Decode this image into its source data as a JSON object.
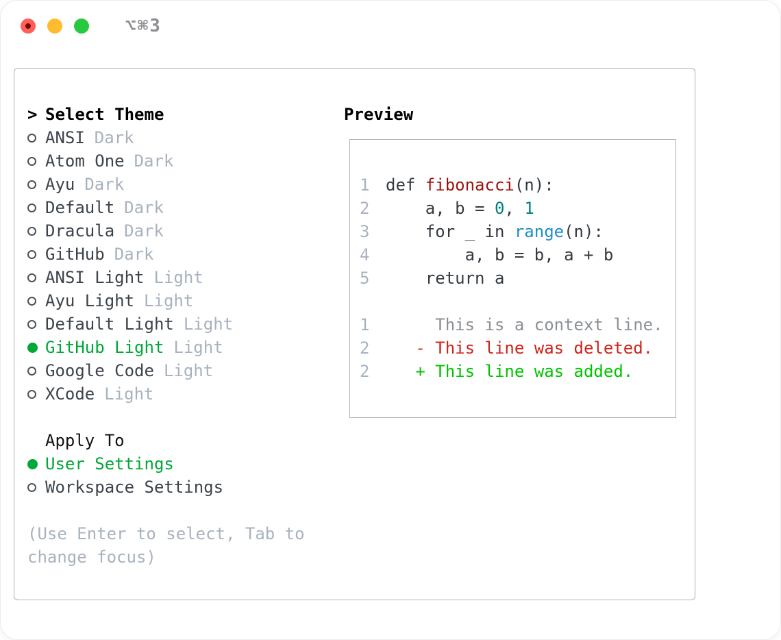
{
  "window": {
    "title": "⌥⌘3"
  },
  "titlebar": {
    "buttons": [
      "close",
      "minimize",
      "zoom"
    ]
  },
  "theme_picker": {
    "header_marker": ">",
    "header": "Select Theme",
    "themes": [
      {
        "name": "ANSI",
        "variant": "Dark",
        "selected": false
      },
      {
        "name": "Atom One",
        "variant": "Dark",
        "selected": false
      },
      {
        "name": "Ayu",
        "variant": "Dark",
        "selected": false
      },
      {
        "name": "Default",
        "variant": "Dark",
        "selected": false
      },
      {
        "name": "Dracula",
        "variant": "Dark",
        "selected": false
      },
      {
        "name": "GitHub",
        "variant": "Dark",
        "selected": false
      },
      {
        "name": "ANSI Light",
        "variant": "Light",
        "selected": false
      },
      {
        "name": "Ayu Light",
        "variant": "Light",
        "selected": false
      },
      {
        "name": "Default Light",
        "variant": "Light",
        "selected": false
      },
      {
        "name": "GitHub Light",
        "variant": "Light",
        "selected": true
      },
      {
        "name": "Google Code",
        "variant": "Light",
        "selected": false
      },
      {
        "name": "XCode",
        "variant": "Light",
        "selected": false
      }
    ],
    "apply_to": {
      "header": "Apply To",
      "options": [
        {
          "label": "User Settings",
          "selected": true
        },
        {
          "label": "Workspace Settings",
          "selected": false
        }
      ]
    },
    "hint": "(Use Enter to select, Tab to change focus)"
  },
  "preview": {
    "header": "Preview",
    "code_lines": [
      {
        "no": "1",
        "tokens": [
          {
            "t": "def ",
            "c": "base"
          },
          {
            "t": "fibonacci",
            "c": "func"
          },
          {
            "t": "(n):",
            "c": "base"
          }
        ]
      },
      {
        "no": "2",
        "tokens": [
          {
            "t": "    a, b = ",
            "c": "base"
          },
          {
            "t": "0",
            "c": "num"
          },
          {
            "t": ", ",
            "c": "base"
          },
          {
            "t": "1",
            "c": "num"
          }
        ]
      },
      {
        "no": "3",
        "tokens": [
          {
            "t": "    for _ in ",
            "c": "base"
          },
          {
            "t": "range",
            "c": "builtin"
          },
          {
            "t": "(n):",
            "c": "base"
          }
        ]
      },
      {
        "no": "4",
        "tokens": [
          {
            "t": "        a, b = b, a + b",
            "c": "base"
          }
        ]
      },
      {
        "no": "5",
        "tokens": [
          {
            "t": "    return a",
            "c": "base"
          }
        ]
      },
      {
        "no": "",
        "tokens": []
      },
      {
        "no": "1",
        "tokens": [
          {
            "t": "     This is a context line.",
            "c": "context"
          }
        ]
      },
      {
        "no": "2",
        "tokens": [
          {
            "t": "   - This line was deleted.",
            "c": "deleted"
          }
        ]
      },
      {
        "no": "2",
        "tokens": [
          {
            "t": "   + This line was added.",
            "c": "added"
          }
        ]
      }
    ]
  },
  "colors": {
    "accent_green": "#00a838",
    "added_green": "#00c300",
    "deleted_red": "#cc2418",
    "function_red": "#9e1111",
    "number_teal": "#008080",
    "builtin_blue": "#1b8fc9",
    "code_base": "#333a41",
    "item_gray": "#3c434b",
    "muted_gray": "#a8b2be",
    "context_gray": "#8b9096",
    "border_gray": "#a7b0ba",
    "titlebar_gray": "#8e8e92",
    "traffic_red": "#ff5f57",
    "traffic_yellow": "#febc2e",
    "traffic_green": "#27c93f"
  }
}
